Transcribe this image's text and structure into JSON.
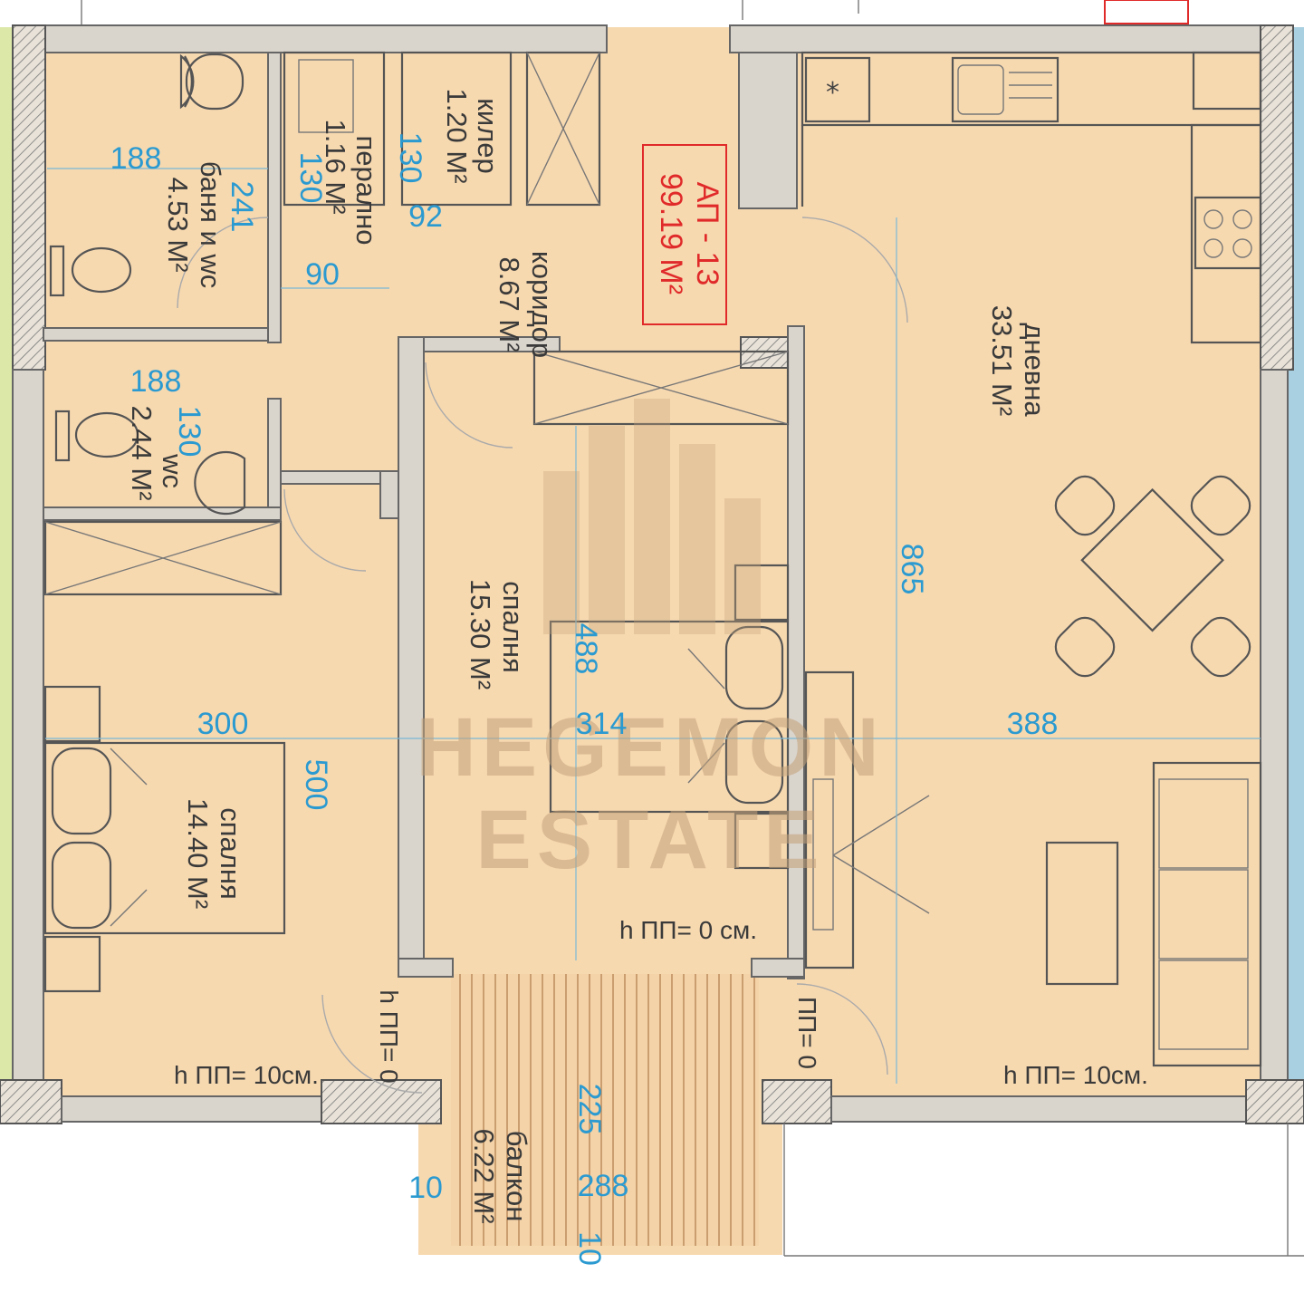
{
  "apartment": {
    "name": "АП - 13",
    "area": "99.19 М²",
    "accent_color": "#e02a2a"
  },
  "rooms": {
    "bath_wc": {
      "name": "баня и wc",
      "area": "4.53 М²"
    },
    "laundry": {
      "name": "перално",
      "area": "1.16 М²"
    },
    "closet": {
      "name": "килер",
      "area": "1.20 М²"
    },
    "corridor": {
      "name": "коридор",
      "area": "8.67 М²"
    },
    "wc": {
      "name": "wc",
      "area": "2.44 М²"
    },
    "living": {
      "name": "дневна",
      "area": "33.51 М²"
    },
    "bedroom_main": {
      "name": "спалня",
      "area": "15.30 М²"
    },
    "bedroom_small": {
      "name": "спалня",
      "area": "14.40 М²"
    },
    "balcony": {
      "name": "балкон",
      "area": "6.22 М²"
    }
  },
  "dimensions": {
    "bath_width": "188",
    "bath_length": "241",
    "laundry_depth": "130",
    "laundry_width": "90",
    "closet_depth": "130",
    "closet_width": "92",
    "wc_width": "188",
    "wc_depth": "130",
    "small_bedroom_width": "300",
    "small_bedroom_length": "500",
    "main_bedroom_width": "314",
    "main_bedroom_length": "488",
    "living_length": "865",
    "living_width": "388",
    "balcony_width": "288",
    "balcony_depth": "225",
    "balcony_left_offset": "10",
    "balcony_bottom_offset": "10"
  },
  "floor_levels": {
    "left": "h ПП= 10см.",
    "center": "h ПП= 0 см.",
    "right": "h ПП= 10см.",
    "door_left": "h ПП= 0",
    "door_right": "ПП= 0"
  },
  "watermark": {
    "line1": "HEGEMON",
    "line2": "ESTATE"
  },
  "colors": {
    "floor": "#f7d9b0",
    "dimension_text": "#2b9ad0",
    "left_strip": "#dce8a8",
    "right_strip": "#a8d0e0"
  }
}
